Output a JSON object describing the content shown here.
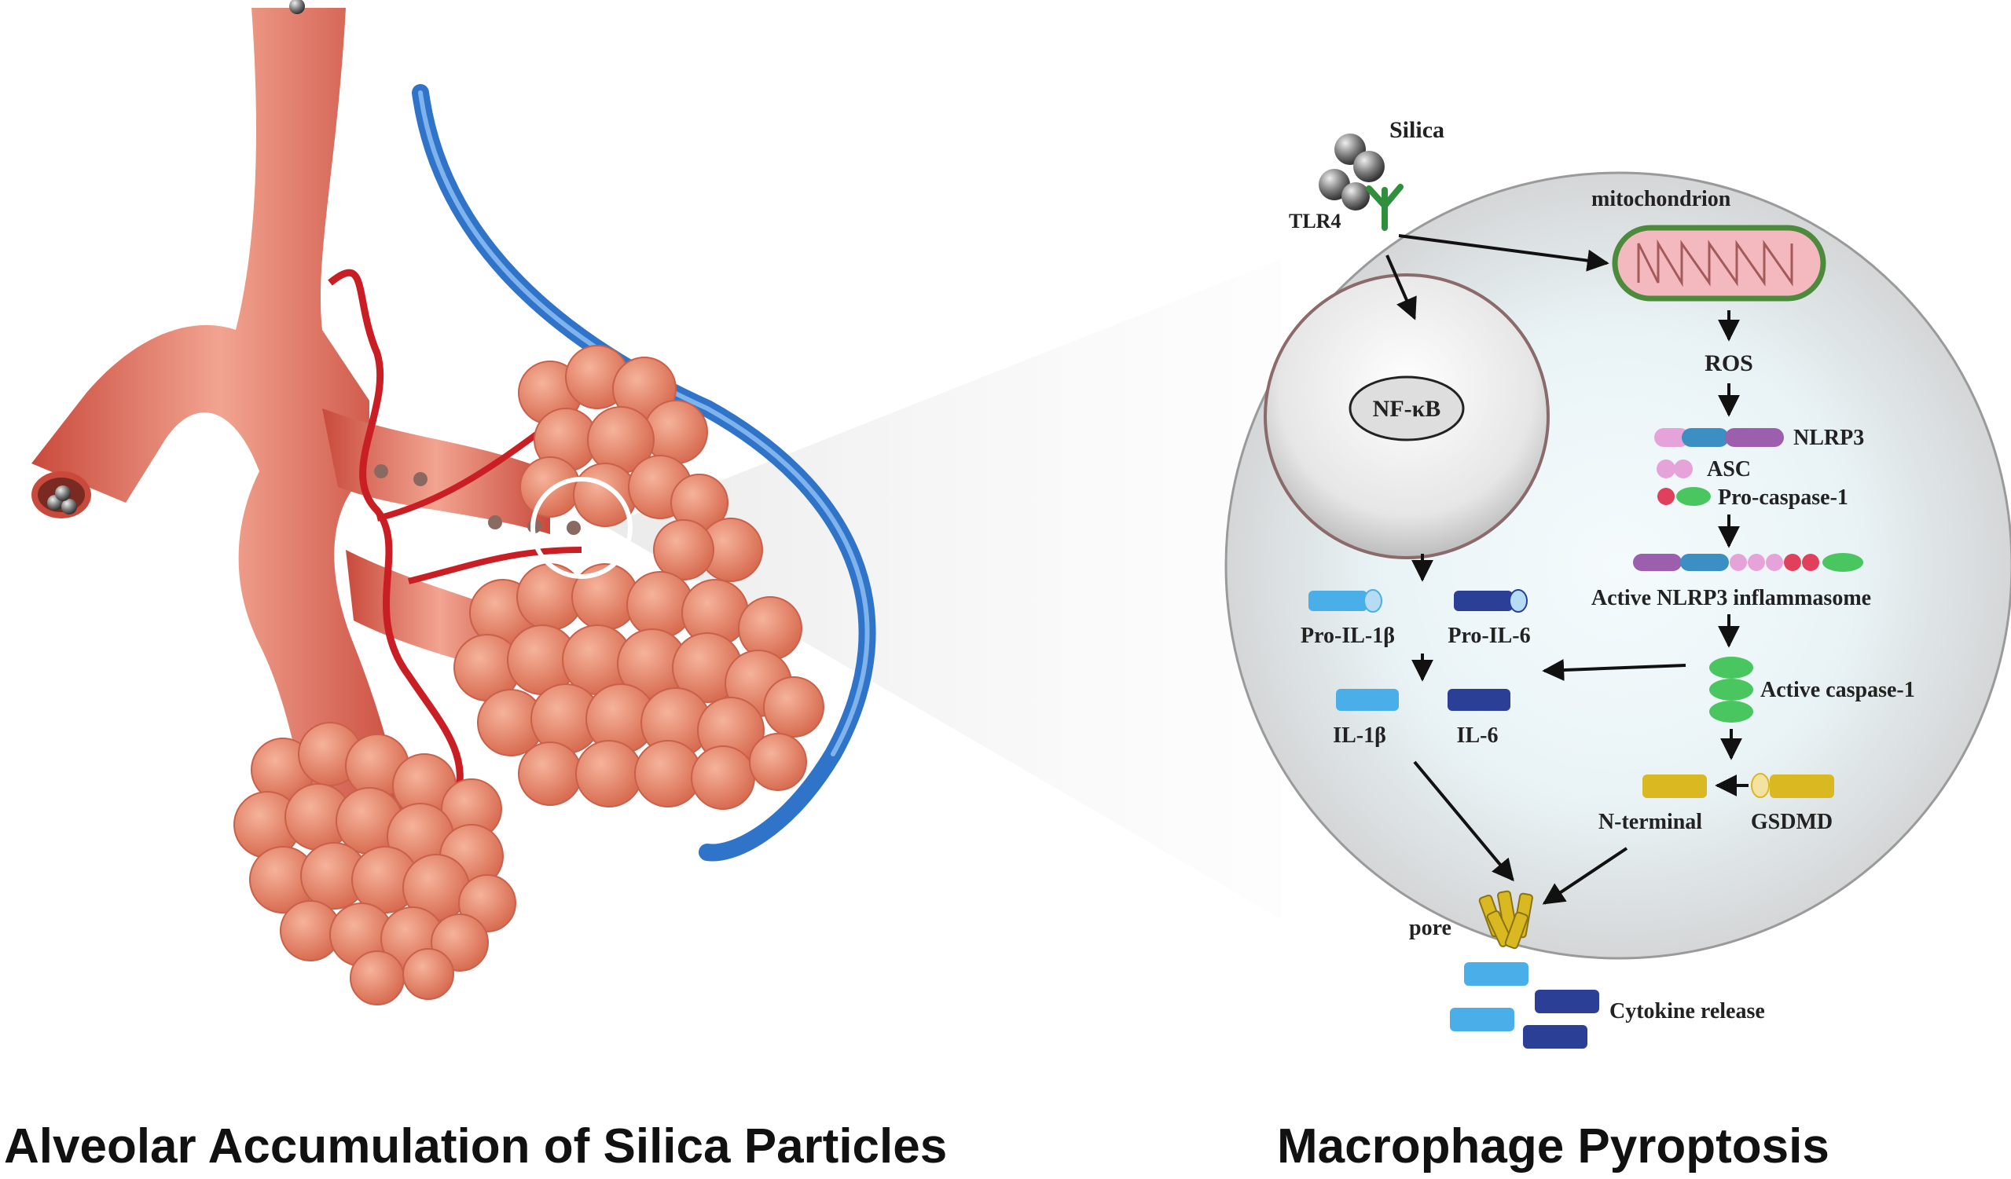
{
  "panels": {
    "left": {
      "caption": "Alveolar Accumulation of Silica Particles"
    },
    "right": {
      "caption": "Macrophage Pyroptosis"
    }
  },
  "labels": {
    "silica": "Silica",
    "tlr4": "TLR4",
    "mitochondrion": "mitochondrion",
    "nfkb": "NF-κB",
    "ros": "ROS",
    "nlrp3": "NLRP3",
    "asc": "ASC",
    "pro_caspase1": "Pro-caspase-1",
    "active_inflammasome": "Active NLRP3 inflammasome",
    "pro_il1b": "Pro-IL-1β",
    "pro_il6": "Pro-IL-6",
    "active_caspase1": "Active caspase-1",
    "il1b": "IL-1β",
    "il6": "IL-6",
    "n_terminal": "N-terminal",
    "gsdmd": "GSDMD",
    "pore": "pore",
    "cytokine_release": "Cytokine release"
  },
  "colors": {
    "artery": "#e0705f",
    "vein": "#2f74c9",
    "capillary": "#c81e24",
    "alveoli": "#ee8d72",
    "cell": "#dcdcdc",
    "il1b": "#4aaee8",
    "il6": "#2b3f96",
    "caspase": "#49c65f",
    "gsdmd": "#d9b822",
    "nlrp3_purple": "#9b5fae",
    "nlrp3_blue": "#3b8fc3",
    "pink": "#e6a3da",
    "red_dot": "#e0405b"
  }
}
